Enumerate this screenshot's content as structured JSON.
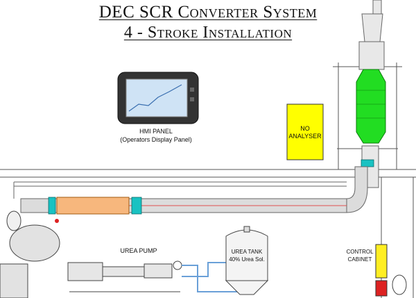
{
  "title": {
    "line1": "DEC SCR Converter System",
    "line2": "4 - Stroke Installation"
  },
  "labels": {
    "hmi_panel": "HMI PANEL",
    "hmi_panel_sub": "(Operators Display Panel)",
    "no_analyser_1": "NO",
    "no_analyser_2": "ANALYSER",
    "urea_pump": "UREA PUMP",
    "urea_tank_1": "UREA TANK",
    "urea_tank_2": "40% Urea Sol.",
    "control_cabinet_1": "CONTROL",
    "control_cabinet_2": "CABINET"
  },
  "colors": {
    "reactor": "#22dd22",
    "analyser": "#ffff00",
    "control_cabinet": "#ffee22",
    "cabinet_base": "#dd2222",
    "heat_exchanger": "#f7b77d",
    "mixer": "#19c2c2",
    "urea_line": "#6aa0d8",
    "exhaust_line": "#e05050",
    "pipe": "#d8d8d8",
    "hmi_frame": "#333333",
    "hmi_screen": "#cfe3f5"
  }
}
